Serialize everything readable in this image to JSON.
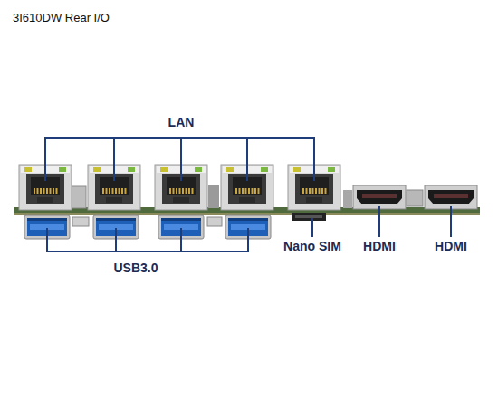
{
  "diagram": {
    "title": "3I610DW Rear I/O",
    "labels": [
      "LAN",
      "USB3.0",
      "Nano SIM",
      "HDMI",
      "HDMI"
    ]
  }
}
